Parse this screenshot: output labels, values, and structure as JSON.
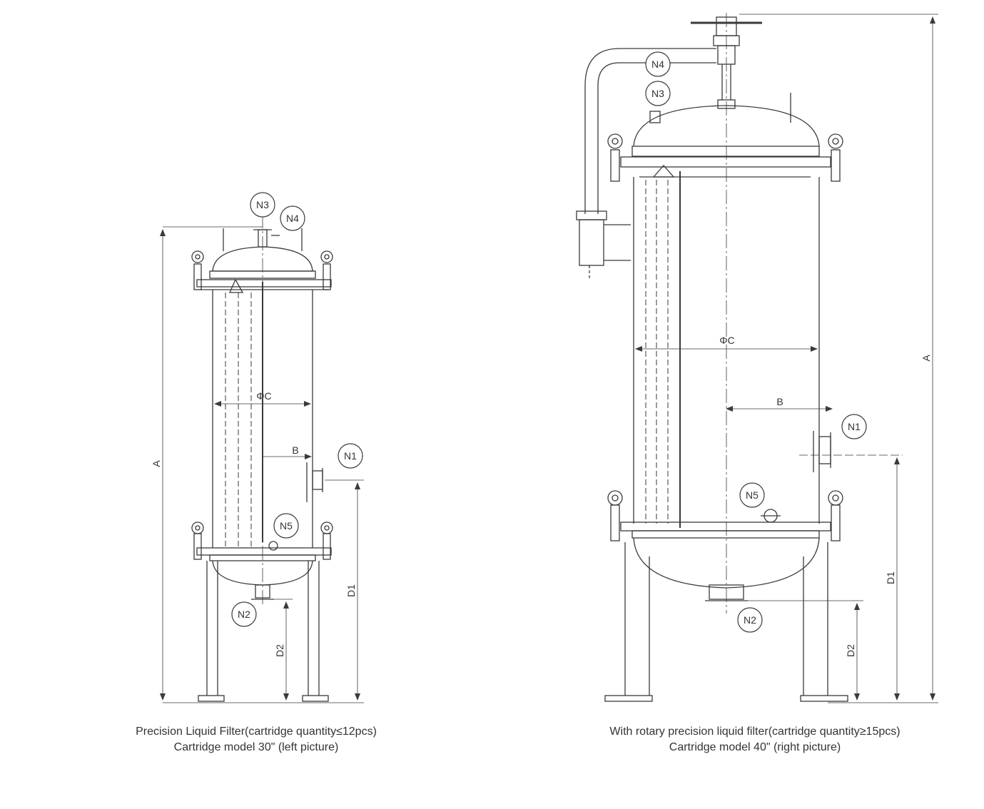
{
  "left": {
    "caption_line1": "Precision Liquid Filter(cartridge quantity≤12pcs)",
    "caption_line2": "Cartridge model 30\" (left picture)",
    "labels": {
      "n1": "N1",
      "n2": "N2",
      "n3": "N3",
      "n4": "N4",
      "n5": "N5",
      "a": "A",
      "b": "B",
      "c": "ΦC",
      "d1": "D1",
      "d2": "D2"
    }
  },
  "right": {
    "caption_line1": "With rotary precision liquid filter(cartridge quantity≥15pcs)",
    "caption_line2": "Cartridge model 40\" (right picture)",
    "labels": {
      "n1": "N1",
      "n2": "N2",
      "n3": "N3",
      "n4": "N4",
      "n5": "N5",
      "a": "A",
      "b": "B",
      "c": "ΦC",
      "d1": "D1",
      "d2": "D2"
    }
  },
  "colors": {
    "line": "#3a3a3a",
    "text": "#333333",
    "background": "#ffffff"
  }
}
